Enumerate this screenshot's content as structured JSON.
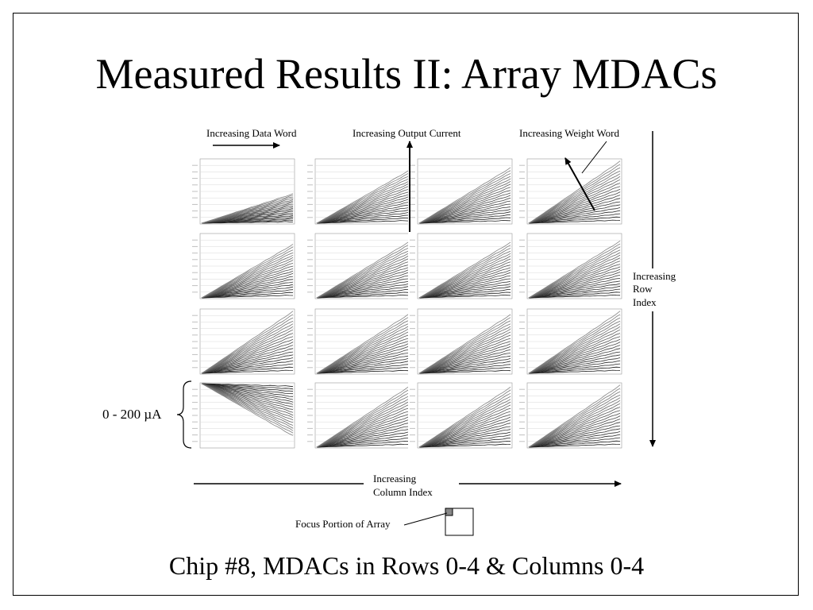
{
  "slide": {
    "title": "Measured Results II: Array MDACs",
    "caption": "Chip #8, MDACs in Rows 0-4 & Columns 0-4"
  },
  "annotations": {
    "data_word": "Increasing Data Word",
    "output_current": "Increasing Output Current",
    "weight_word": "Increasing Weight Word",
    "row_index": [
      "Increasing",
      "Row",
      "Index"
    ],
    "column_index": [
      "Increasing",
      "Column Index"
    ],
    "focus": "Focus Portion of Array",
    "current_range": "0 - 200 µA"
  },
  "chart_data": {
    "type": "line",
    "layout": "small-multiples grid",
    "rows": 4,
    "columns": 4,
    "curves_per_panel": 20,
    "x_axis": "data word",
    "y_axis": "output current",
    "y_range_label": "0 - 200 µA",
    "grid": true,
    "panels": [
      {
        "row": 0,
        "col": 0,
        "max_slope_fraction": 0.45,
        "direction": "up"
      },
      {
        "row": 0,
        "col": 1,
        "max_slope_fraction": 0.8,
        "direction": "up"
      },
      {
        "row": 0,
        "col": 2,
        "max_slope_fraction": 0.85,
        "direction": "up"
      },
      {
        "row": 0,
        "col": 3,
        "max_slope_fraction": 0.95,
        "direction": "up"
      },
      {
        "row": 1,
        "col": 0,
        "max_slope_fraction": 0.82,
        "direction": "up"
      },
      {
        "row": 1,
        "col": 1,
        "max_slope_fraction": 0.85,
        "direction": "up"
      },
      {
        "row": 1,
        "col": 2,
        "max_slope_fraction": 0.85,
        "direction": "up"
      },
      {
        "row": 1,
        "col": 3,
        "max_slope_fraction": 0.87,
        "direction": "up"
      },
      {
        "row": 2,
        "col": 0,
        "max_slope_fraction": 0.95,
        "direction": "up"
      },
      {
        "row": 2,
        "col": 1,
        "max_slope_fraction": 0.9,
        "direction": "up"
      },
      {
        "row": 2,
        "col": 2,
        "max_slope_fraction": 0.9,
        "direction": "up"
      },
      {
        "row": 2,
        "col": 3,
        "max_slope_fraction": 0.95,
        "direction": "up"
      },
      {
        "row": 3,
        "col": 0,
        "max_slope_fraction": 0.8,
        "direction": "down"
      },
      {
        "row": 3,
        "col": 1,
        "max_slope_fraction": 0.92,
        "direction": "up"
      },
      {
        "row": 3,
        "col": 2,
        "max_slope_fraction": 0.92,
        "direction": "up"
      },
      {
        "row": 3,
        "col": 3,
        "max_slope_fraction": 0.95,
        "direction": "up"
      }
    ]
  }
}
